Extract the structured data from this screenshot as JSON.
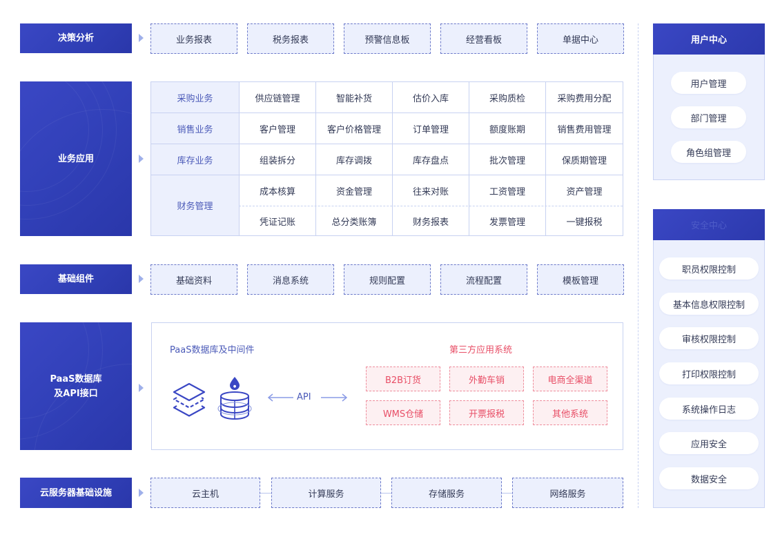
{
  "rows": {
    "decision": {
      "title": "决策分析",
      "items": [
        "业务报表",
        "税务报表",
        "预警信息板",
        "经营看板",
        "单据中心"
      ]
    },
    "business": {
      "title": "业务应用",
      "groups": [
        {
          "label": "采购业务",
          "items": [
            "供应链管理",
            "智能补货",
            "估价入库",
            "采购质检",
            "采购费用分配"
          ]
        },
        {
          "label": "销售业务",
          "items": [
            "客户管理",
            "客户价格管理",
            "订单管理",
            "额度账期",
            "销售费用管理"
          ]
        },
        {
          "label": "库存业务",
          "items": [
            "组装拆分",
            "库存调拨",
            "库存盘点",
            "批次管理",
            "保质期管理"
          ]
        },
        {
          "label": "财务管理",
          "items": [
            "成本核算",
            "资金管理",
            "往来对账",
            "工资管理",
            "资产管理",
            "凭证记账",
            "总分类账簿",
            "财务报表",
            "发票管理",
            "一键报税"
          ]
        }
      ]
    },
    "base": {
      "title": "基础组件",
      "items": [
        "基础资料",
        "消息系统",
        "规则配置",
        "流程配置",
        "模板管理"
      ]
    },
    "paas": {
      "title_line1": "PaaS数据库",
      "title_line2": "及API接口",
      "db_title": "PaaS数据库及中间件",
      "api_label": "API",
      "third_party_title": "第三方应用系统",
      "third_party": [
        "B2B订货",
        "外勤车销",
        "电商全渠道",
        "WMS仓储",
        "开票报税",
        "其他系统"
      ]
    },
    "cloud": {
      "title": "云服务器基础设施",
      "items": [
        "云主机",
        "计算服务",
        "存储服务",
        "网络服务"
      ]
    }
  },
  "right": {
    "user_center": {
      "title": "用户中心",
      "items": [
        "用户管理",
        "部门管理",
        "角色组管理"
      ]
    },
    "security_center": {
      "title": "安全中心",
      "items": [
        "职员权限控制",
        "基本信息权限控制",
        "审核权限控制",
        "打印权限控制",
        "系统操作日志",
        "应用安全",
        "数据安全"
      ]
    }
  },
  "colors": {
    "primary": "#3140b8",
    "light_fill": "#ecf0fd",
    "border": "#c7d1f1",
    "accent_red": "#e84e66",
    "label_blue": "#4b5ab8"
  }
}
